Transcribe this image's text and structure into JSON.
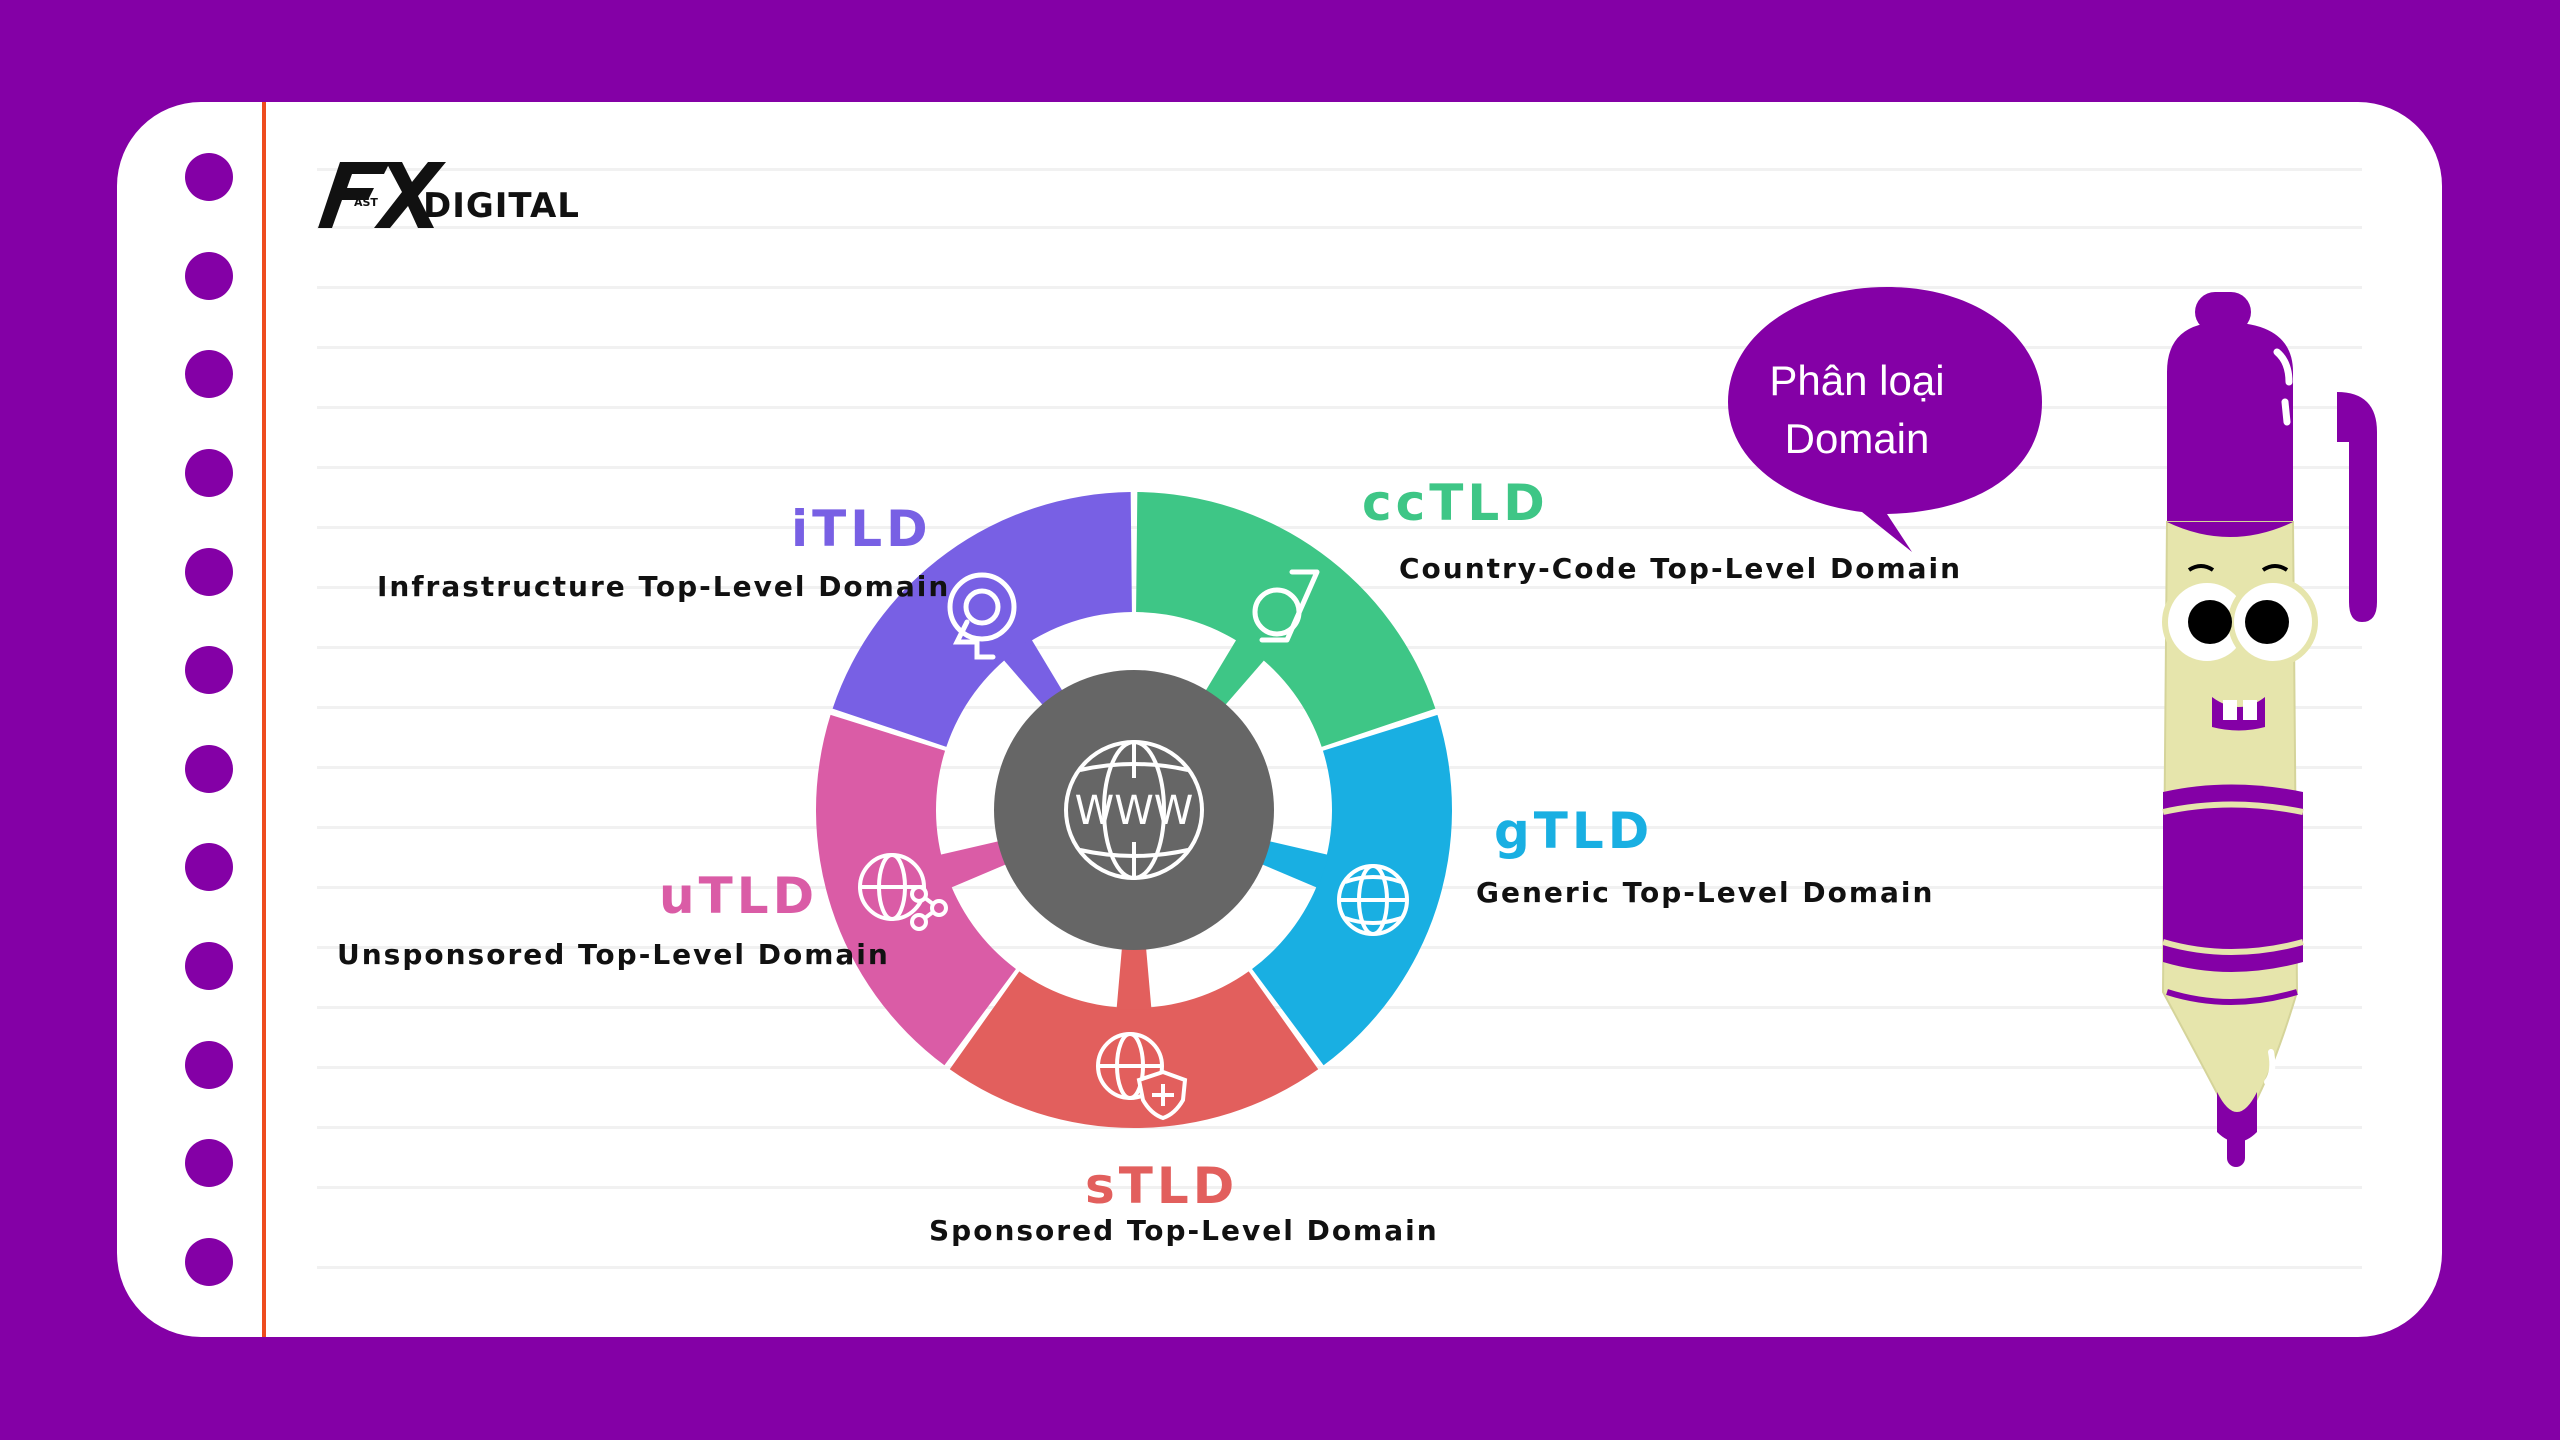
{
  "brand": {
    "logo_text": "DIGITAL"
  },
  "diagram": {
    "center_icon": "www-globe-icon",
    "segments": [
      {
        "abbr": "ccTLD",
        "name": "Country-Code Top-Level Domain",
        "color": "#3ec686",
        "icon": "flag-icon"
      },
      {
        "abbr": "gTLD",
        "name": "Generic Top-Level Domain",
        "color": "#19afe2",
        "icon": "globe-icon"
      },
      {
        "abbr": "sTLD",
        "name": "Sponsored Top-Level Domain",
        "color": "#e25f5d",
        "icon": "globe-shield-icon"
      },
      {
        "abbr": "uTLD",
        "name": "Unsponsored Top-Level Domain",
        "color": "#da5ca6",
        "icon": "globe-share-icon"
      },
      {
        "abbr": "iTLD",
        "name": "Infrastructure Top-Level Domain",
        "color": "#7860e4",
        "icon": "network-icon"
      }
    ],
    "center_color": "#666666"
  },
  "bubble": {
    "text_line1": "Phân loại",
    "text_line2": "Domain",
    "color": "#8400a6"
  },
  "colors": {
    "background": "#8400a6",
    "margin_line": "#ee4c1e",
    "pen_body": "#e6e5ac"
  }
}
